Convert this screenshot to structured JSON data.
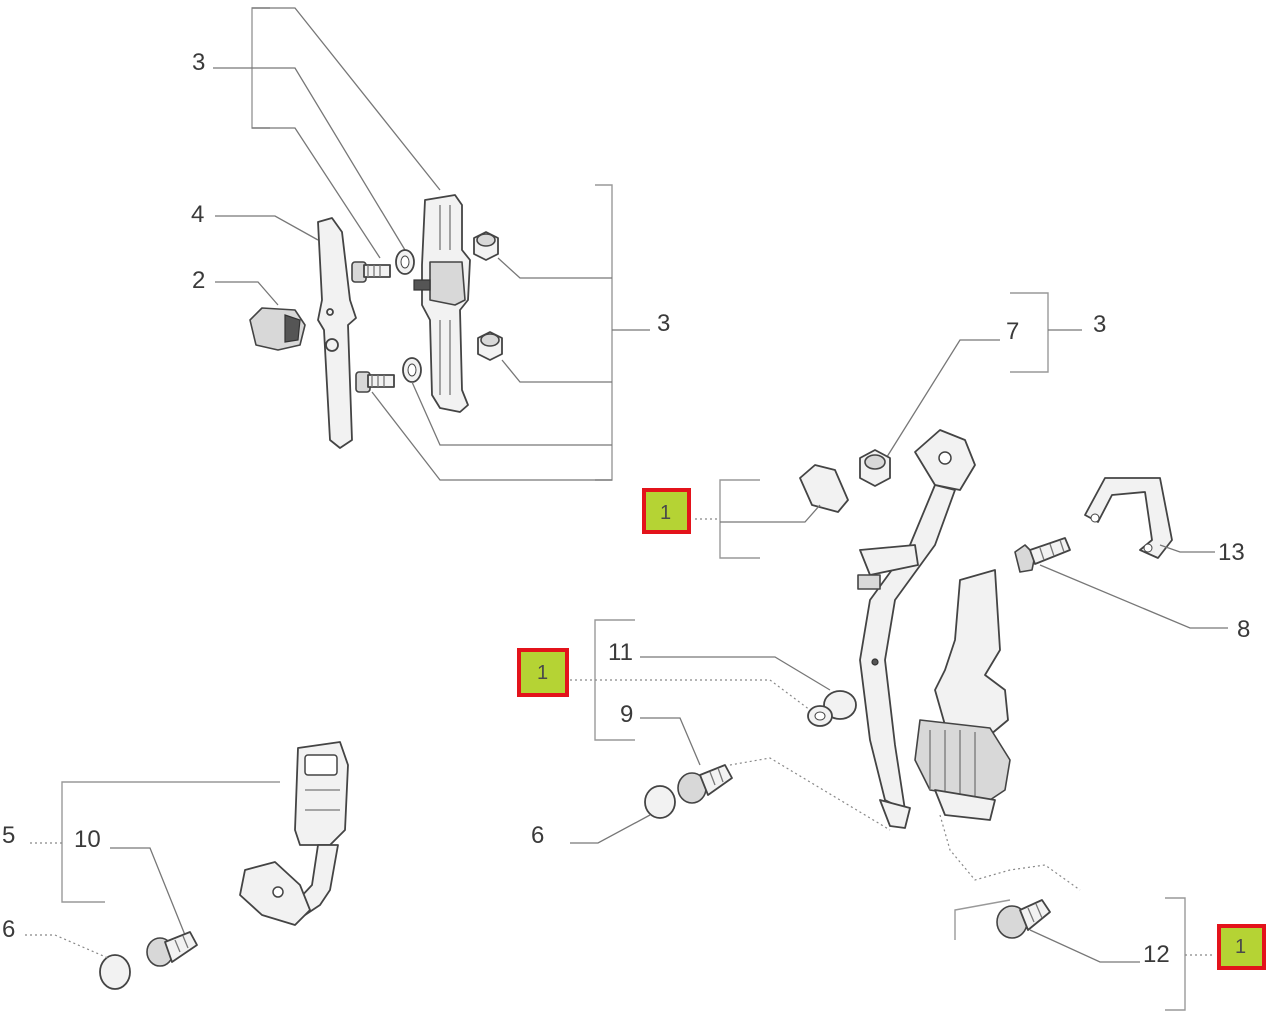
{
  "callouts": {
    "c3_top": "3",
    "c4": "4",
    "c2": "2",
    "c3_mid": "3",
    "c7": "7",
    "c3_right": "3",
    "c13": "13",
    "c8": "8",
    "c11": "11",
    "c9": "9",
    "c5": "5",
    "c10": "10",
    "c6_left": "6",
    "c6_mid": "6",
    "c12": "12"
  },
  "highlights": {
    "h1": "1",
    "h2": "1",
    "h3": "1"
  },
  "colors": {
    "highlight_fill": "#b5d334",
    "highlight_border": "#e3131b"
  }
}
